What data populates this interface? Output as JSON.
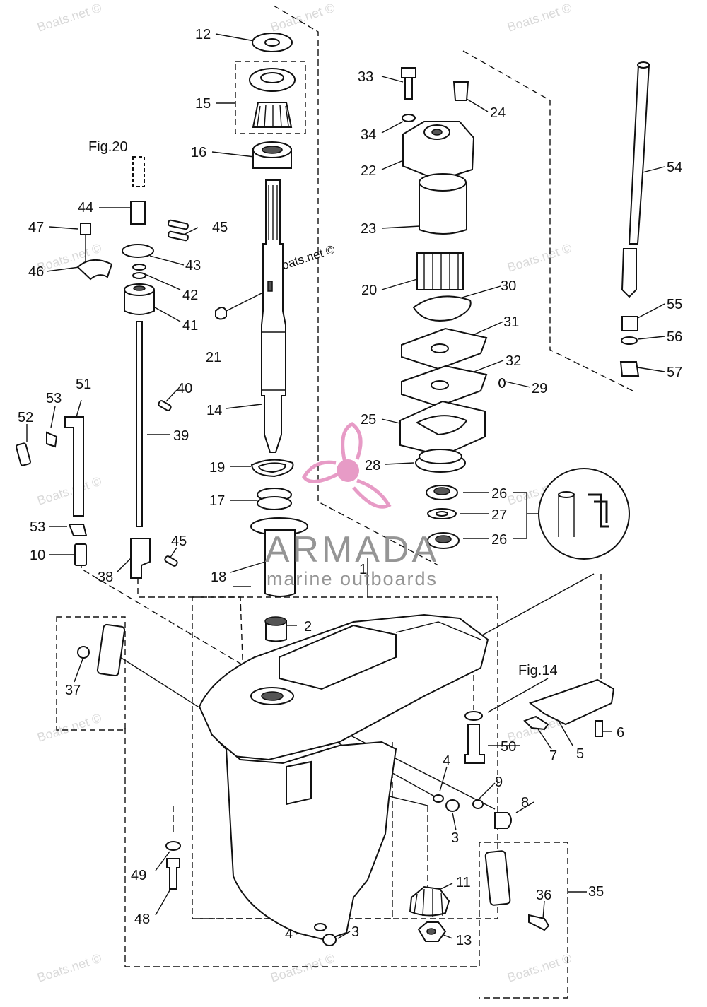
{
  "diagram": {
    "part_labels": [
      "1",
      "2",
      "3",
      "3",
      "4",
      "4",
      "5",
      "6",
      "7",
      "8",
      "9",
      "10",
      "11",
      "12",
      "13",
      "14",
      "15",
      "16",
      "17",
      "18",
      "19",
      "20",
      "21",
      "22",
      "23",
      "24",
      "25",
      "26",
      "26",
      "27",
      "28",
      "29",
      "30",
      "31",
      "32",
      "33",
      "34",
      "35",
      "36",
      "37",
      "38",
      "39",
      "40",
      "41",
      "42",
      "43",
      "44",
      "45",
      "45",
      "46",
      "47",
      "48",
      "49",
      "50",
      "51",
      "52",
      "53",
      "53",
      "54",
      "55",
      "56",
      "57"
    ],
    "figure_refs": [
      "Fig.20",
      "Fig.14"
    ],
    "watermark": "Boats.net ©",
    "logo": {
      "brand": "ARMADA",
      "tagline": "marine outboards",
      "brand_color": "#e79bc6",
      "text_color": "#8a8a8a"
    }
  }
}
